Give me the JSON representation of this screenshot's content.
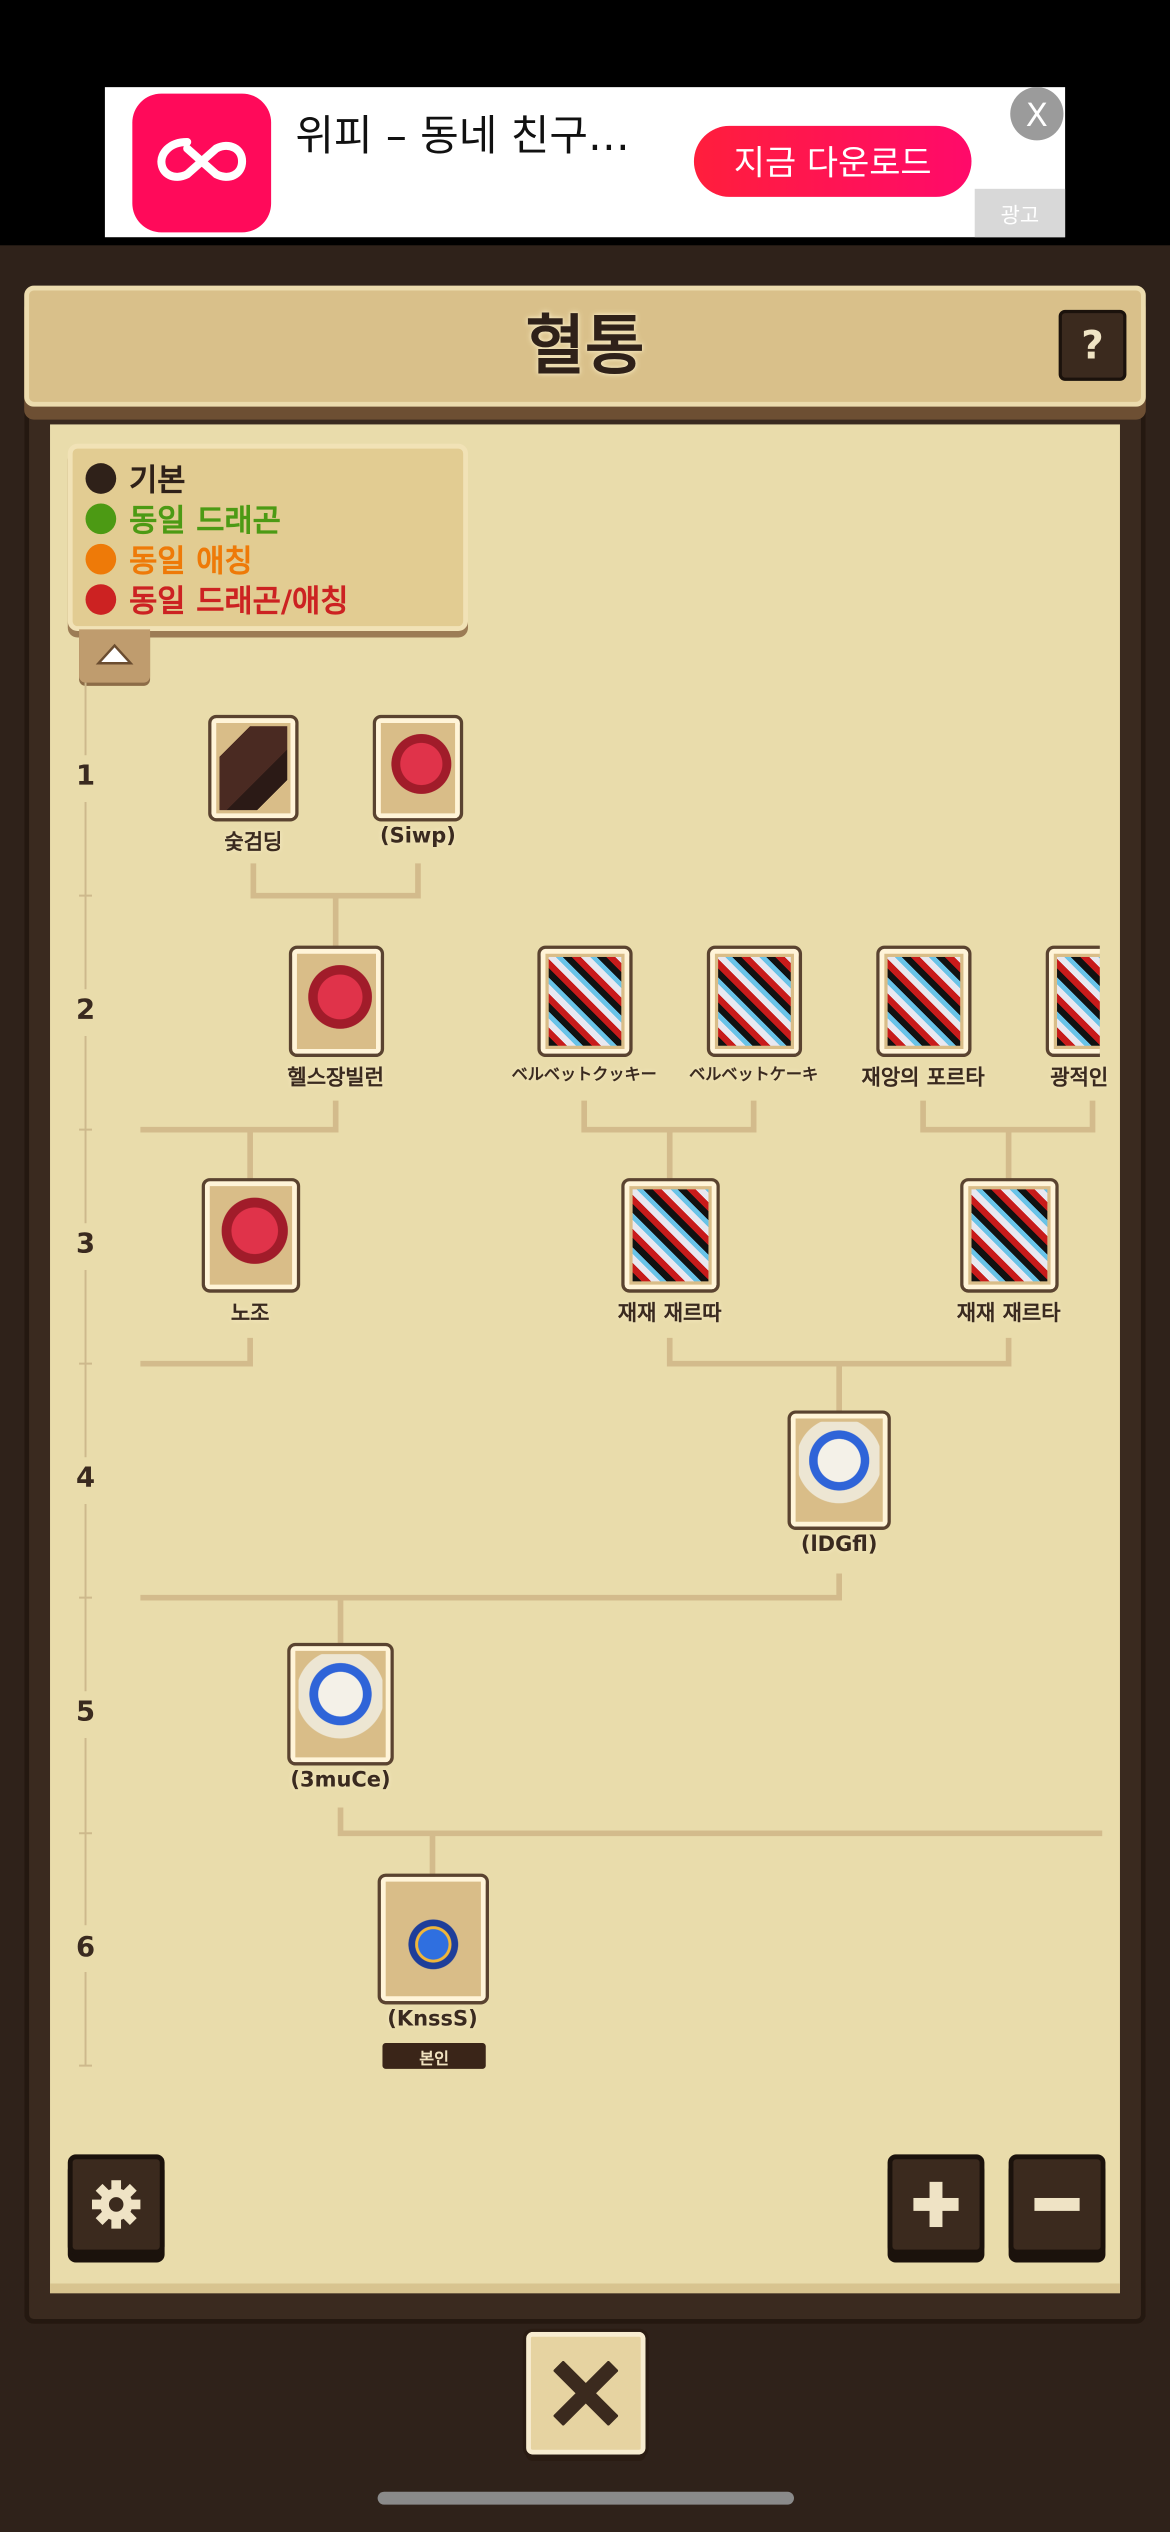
{
  "ad": {
    "title": "위피 – 동네 친구…",
    "cta_label": "지금 다운로드",
    "close_label": "X",
    "badge_label": "광고",
    "brand_color": "#ff0a5a"
  },
  "header": {
    "title": "혈통",
    "help_label": "?"
  },
  "legend": {
    "items": [
      {
        "label": "기본",
        "color": "#2f2119"
      },
      {
        "label": "동일 드래곤",
        "color": "#4c9a14"
      },
      {
        "label": "동일 애칭",
        "color": "#ee7a08"
      },
      {
        "label": "동일 드래곤/애칭",
        "color": "#cc2222"
      }
    ],
    "toggle_icon": "chevron-up-icon"
  },
  "rows": [
    "1",
    "2",
    "3",
    "4",
    "5",
    "6"
  ],
  "nodes": [
    {
      "name": "숯검딩",
      "generation": 1,
      "type": "dark"
    },
    {
      "name": "(Siwp)",
      "generation": 1,
      "type": "red"
    },
    {
      "name": "헬스장빌런",
      "generation": 2,
      "type": "red"
    },
    {
      "name": "ベルベットクッキー",
      "generation": 2,
      "type": "mech"
    },
    {
      "name": "ベルベットケーキ",
      "generation": 2,
      "type": "mech"
    },
    {
      "name": "재앙의 포르타",
      "generation": 2,
      "type": "mech"
    },
    {
      "name": "광적인 포",
      "generation": 2,
      "type": "mech"
    },
    {
      "name": "노조",
      "generation": 3,
      "type": "red"
    },
    {
      "name": "재재 재르따",
      "generation": 3,
      "type": "mech"
    },
    {
      "name": "재재 재르타",
      "generation": 3,
      "type": "mech"
    },
    {
      "name": "(lDGfl)",
      "generation": 4,
      "type": "white"
    },
    {
      "name": "(3muCe)",
      "generation": 5,
      "type": "white"
    },
    {
      "name": "(KnssS)",
      "generation": 6,
      "type": "egg"
    }
  ],
  "self_badge": "본인",
  "controls": {
    "settings_icon": "gear-icon",
    "zoom_in_icon": "plus-icon",
    "zoom_out_icon": "minus-icon",
    "close_icon": "close-icon"
  }
}
